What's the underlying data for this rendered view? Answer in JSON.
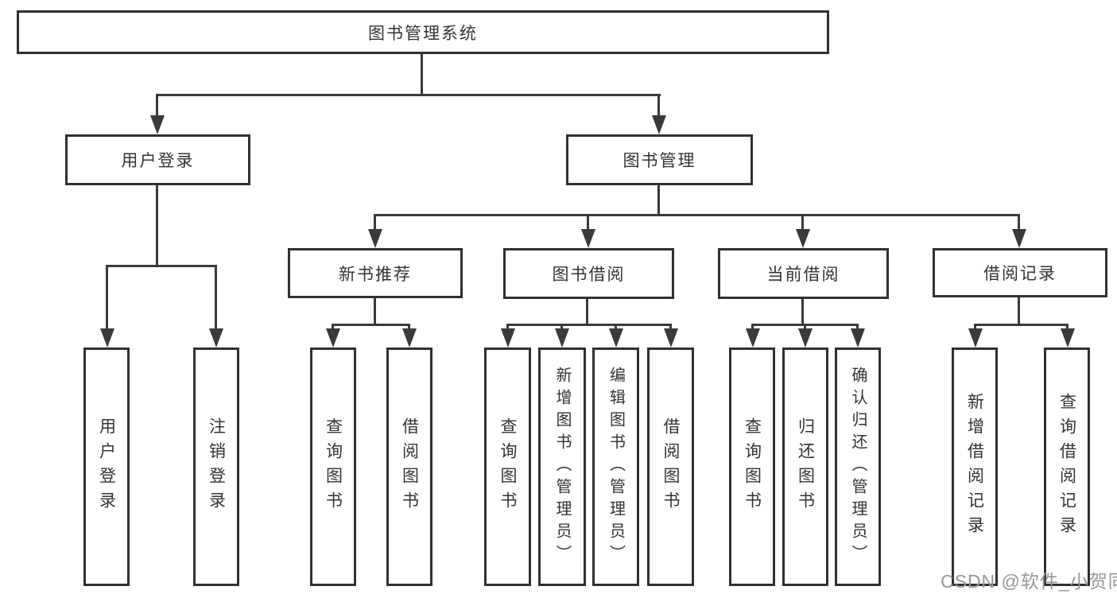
{
  "diagram": {
    "root": "图书管理系统",
    "level2": [
      {
        "label": "用户登录",
        "children": [
          "用户登录",
          "注销登录"
        ]
      },
      {
        "label": "图书管理"
      }
    ],
    "sections": [
      {
        "label": "新书推荐",
        "children": [
          "查询图书",
          "借阅图书"
        ]
      },
      {
        "label": "图书借阅",
        "children": [
          "查询图书",
          "新增图书（管理员）",
          "编辑图书（管理员）",
          "借阅图书"
        ]
      },
      {
        "label": "当前借阅",
        "children": [
          "查询图书",
          "归还图书",
          "确认归还（管理员）"
        ]
      },
      {
        "label": "借阅记录",
        "children": [
          "新增借阅记录",
          "查询借阅记录"
        ]
      }
    ]
  },
  "watermark": {
    "text": "CSDN @软件_小贺同学"
  },
  "colors": {
    "line": "#3a3a3a",
    "border": "#313131",
    "text": "#333333",
    "watermark": "#97979a"
  }
}
